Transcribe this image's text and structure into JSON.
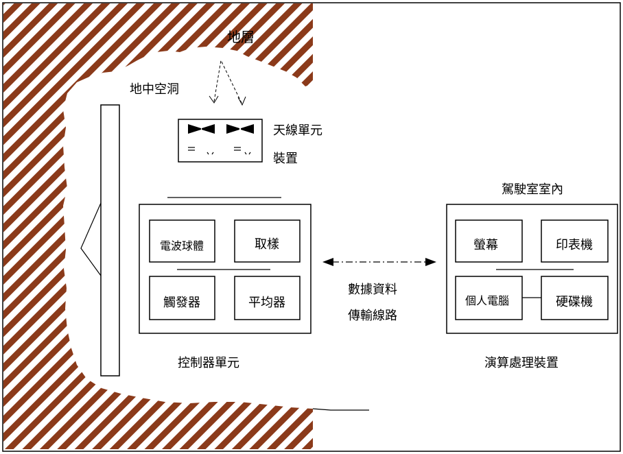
{
  "labels": {
    "stratum": "地層",
    "cavity": "地中空洞",
    "antenna_line1": "天線單元",
    "antenna_line2": "裝置",
    "controller_caption": "控制器單元",
    "cockpit": "駕駛室室內",
    "processing_caption": "演算處理裝置",
    "data_line1": "數據資料",
    "data_line2": "傳輸線路"
  },
  "controller": {
    "radar_module": "電波球體",
    "sampling": "取樣",
    "trigger": "觸發器",
    "averager": "平均器"
  },
  "processing": {
    "monitor": "螢幕",
    "printer": "印表機",
    "pc": "個人電腦",
    "hard_disk": "硬碟機"
  },
  "colors": {
    "hatch_brown": "#8b3a1a",
    "line": "#000000",
    "background": "#ffffff"
  }
}
